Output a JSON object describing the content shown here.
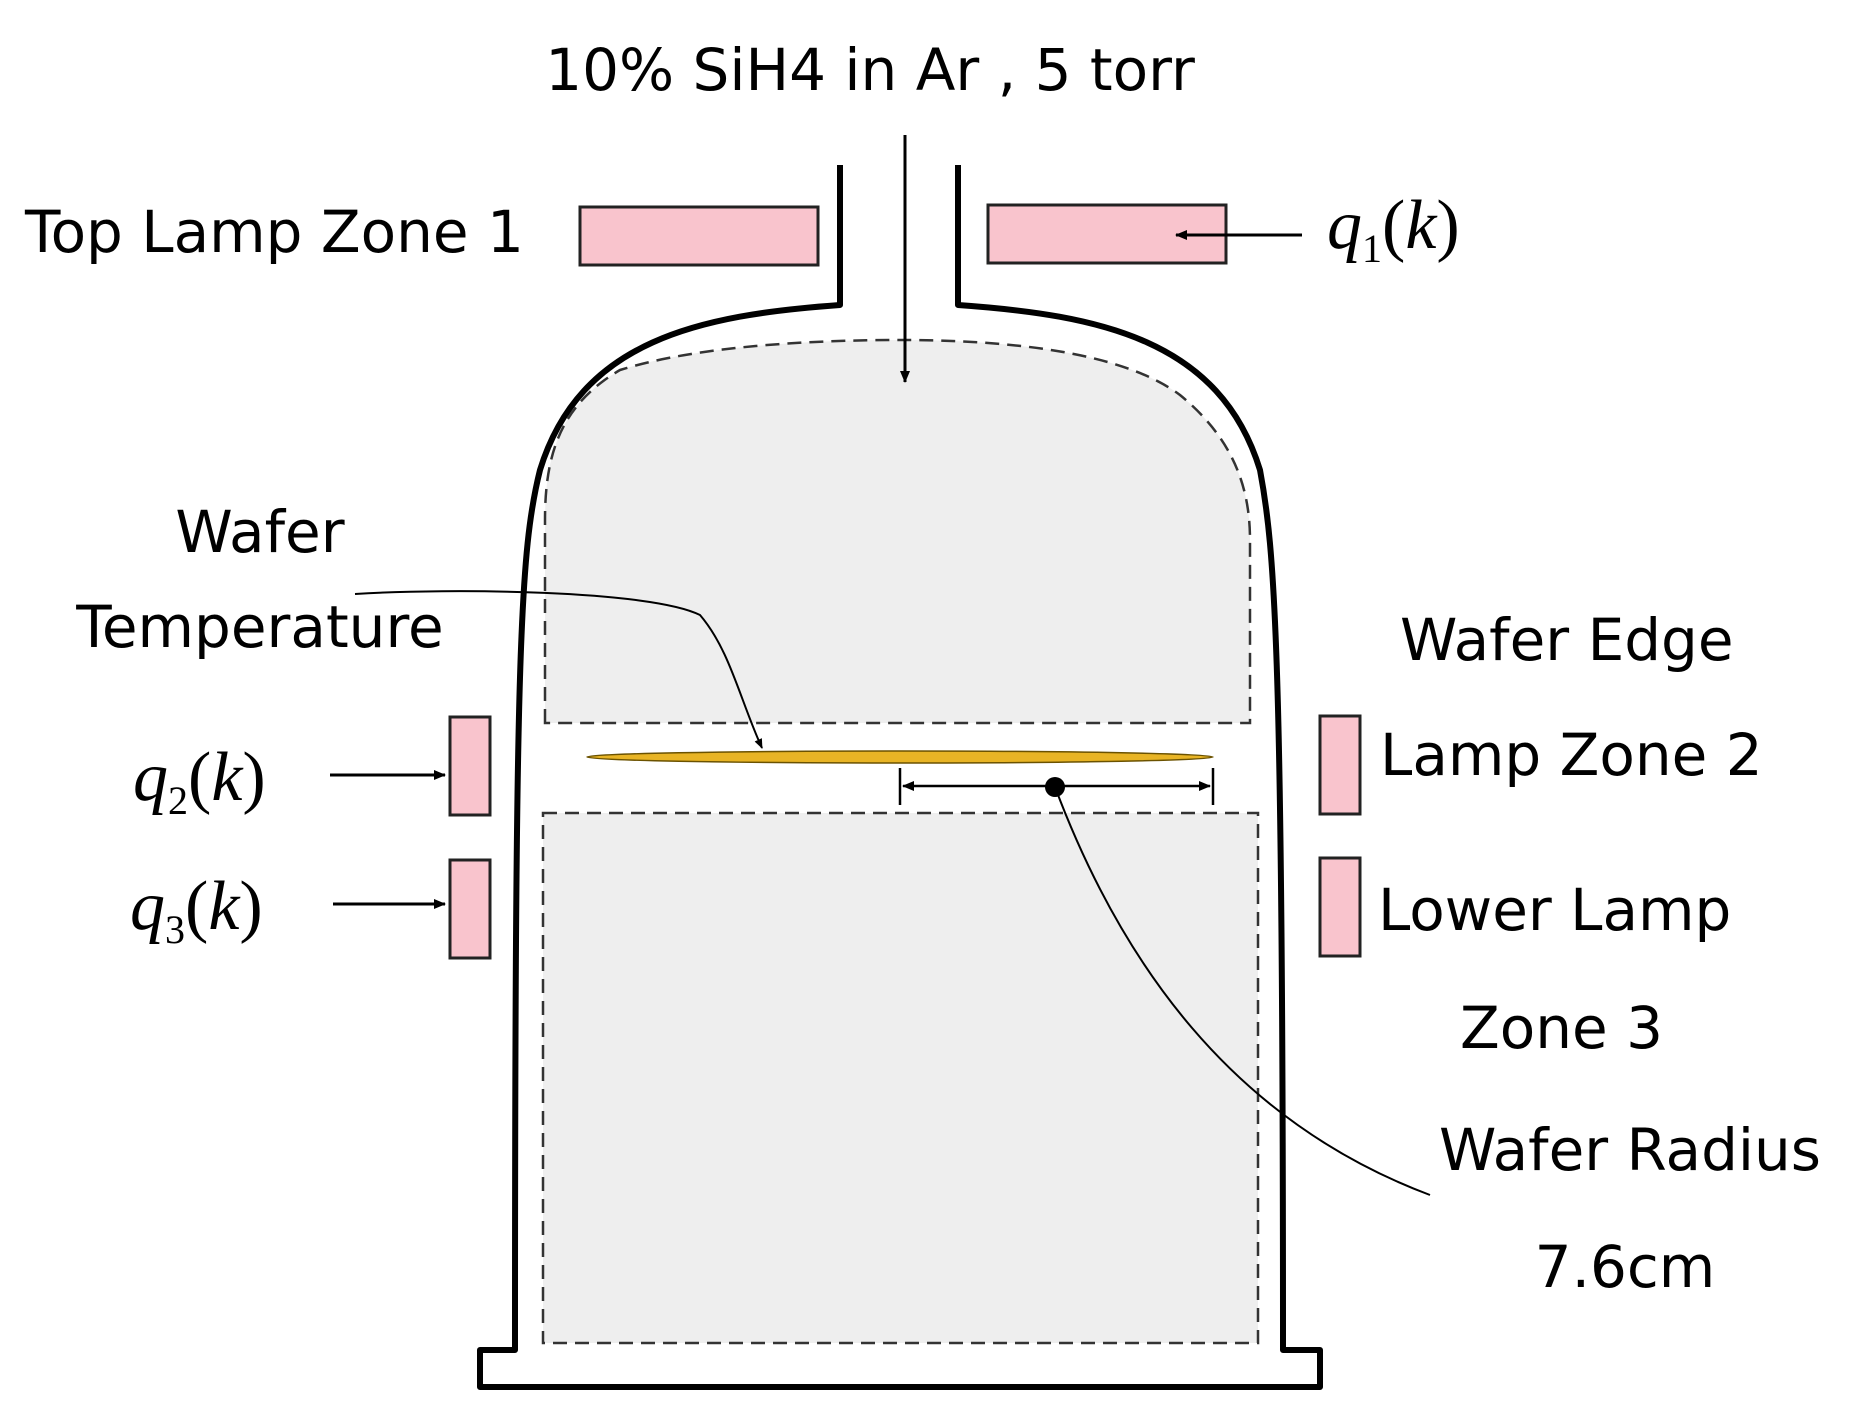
{
  "labels": {
    "gas_inlet": "10% SiH4 in Ar , 5 torr",
    "top_lamp": "Top Lamp Zone 1",
    "wafer_temp_line1": "Wafer",
    "wafer_temp_line2": "Temperature",
    "wafer_edge_line1": "Wafer Edge",
    "wafer_edge_line2": "Lamp Zone 2",
    "lower_lamp_line1": "Lower Lamp",
    "lower_lamp_line2": "Zone 3",
    "wafer_radius_line1": "Wafer Radius",
    "wafer_radius_line2": "7.6cm"
  },
  "inputs": {
    "q1": {
      "symbol": "q",
      "subscript": "1",
      "open": "(",
      "arg": "k",
      "close": ")"
    },
    "q2": {
      "symbol": "q",
      "subscript": "2",
      "open": "(",
      "arg": "k",
      "close": ")"
    },
    "q3": {
      "symbol": "q",
      "subscript": "3",
      "open": "(",
      "arg": "k",
      "close": ")"
    }
  },
  "colors": {
    "lamp_fill": "#f9c4cd",
    "wafer_fill": "#e8b425",
    "chamber_zone_fill": "#eeeeee",
    "outline": "#000000"
  }
}
